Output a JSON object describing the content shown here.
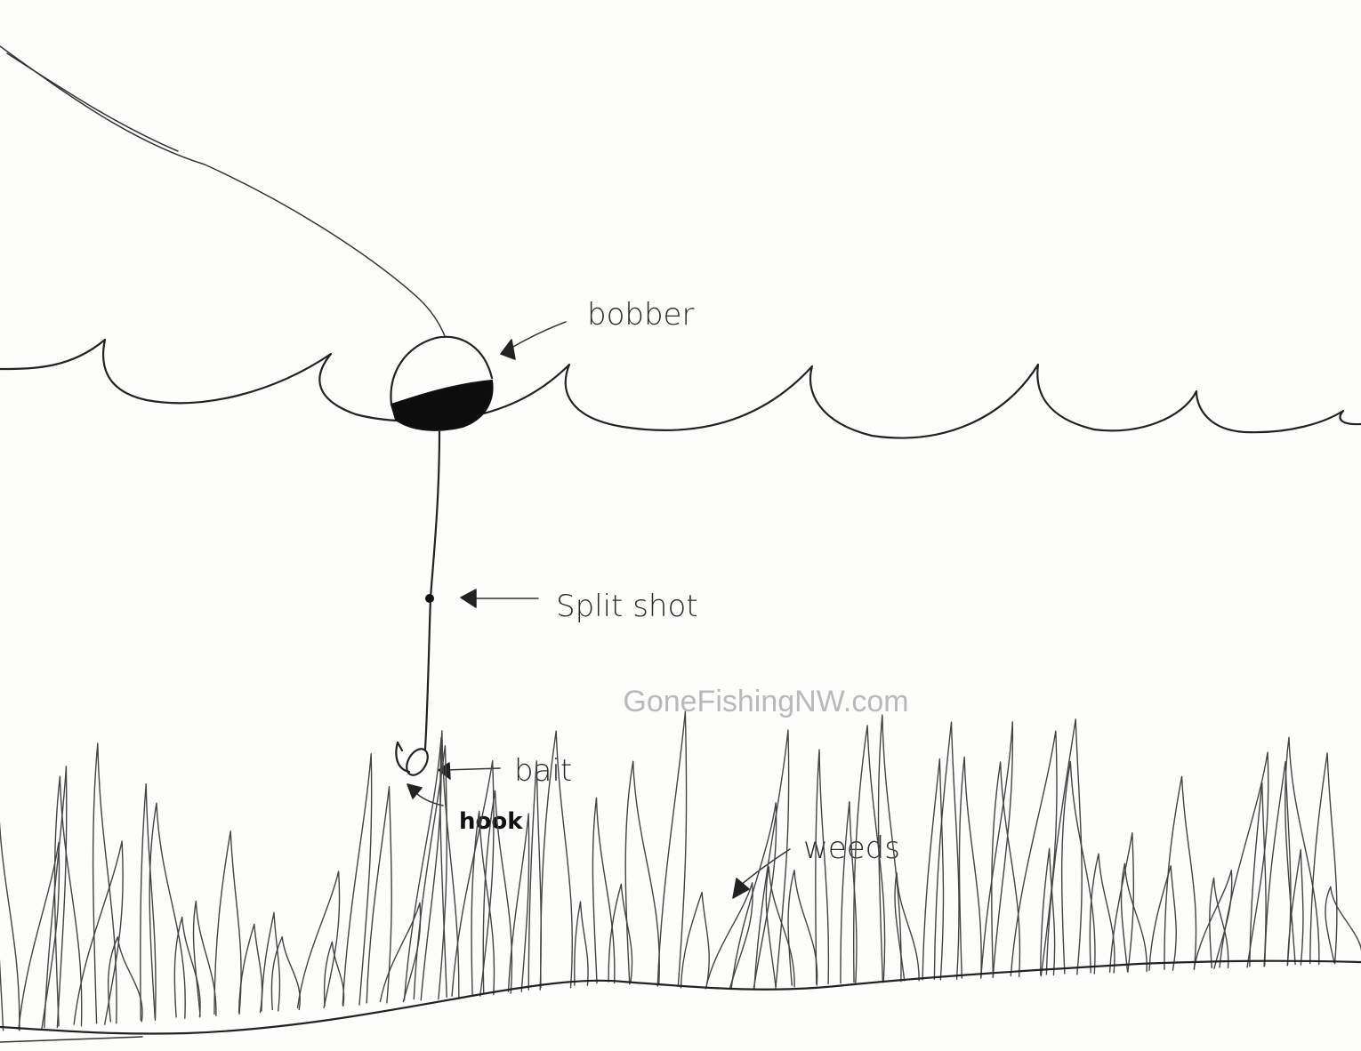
{
  "diagram": {
    "title": "Bobber fishing rig",
    "labels": {
      "bobber": "bobber",
      "split_shot": "Split shot",
      "bait": "bait",
      "hook": "hook",
      "weeds": "weeds"
    },
    "watermark": "GoneFishingNW.com",
    "components": [
      "fishing-line",
      "water-surface",
      "bobber",
      "split-shot",
      "bait",
      "hook",
      "weeds",
      "lake-bottom"
    ],
    "colors": {
      "ink": "#222222",
      "paper": "#fdfdfc",
      "watermark": "#b9b9b9"
    }
  }
}
